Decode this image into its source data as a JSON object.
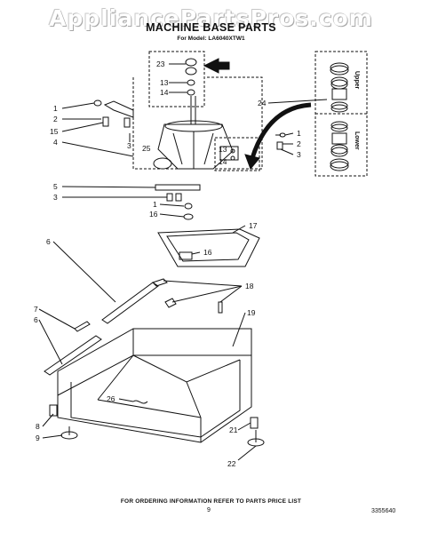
{
  "watermark": "AppliancePartsPros.com",
  "title": "MACHINE BASE PARTS",
  "subtitle": "For Model: LA6040XTW1",
  "footer": "FOR ORDERING INFORMATION REFER TO PARTS PRICE LIST",
  "page_number": "9",
  "document_number": "3355640",
  "callouts": [
    "1",
    "2",
    "15",
    "4",
    "3",
    "5",
    "3",
    "16",
    "1",
    "17",
    "16",
    "6",
    "18",
    "7",
    "6",
    "19",
    "26",
    "8",
    "9",
    "21",
    "22",
    "23",
    "13",
    "14",
    "25",
    "13",
    "14",
    "24",
    "1",
    "2",
    "3"
  ],
  "inset_labels": {
    "upper": "Upper",
    "lower": "Lower"
  }
}
